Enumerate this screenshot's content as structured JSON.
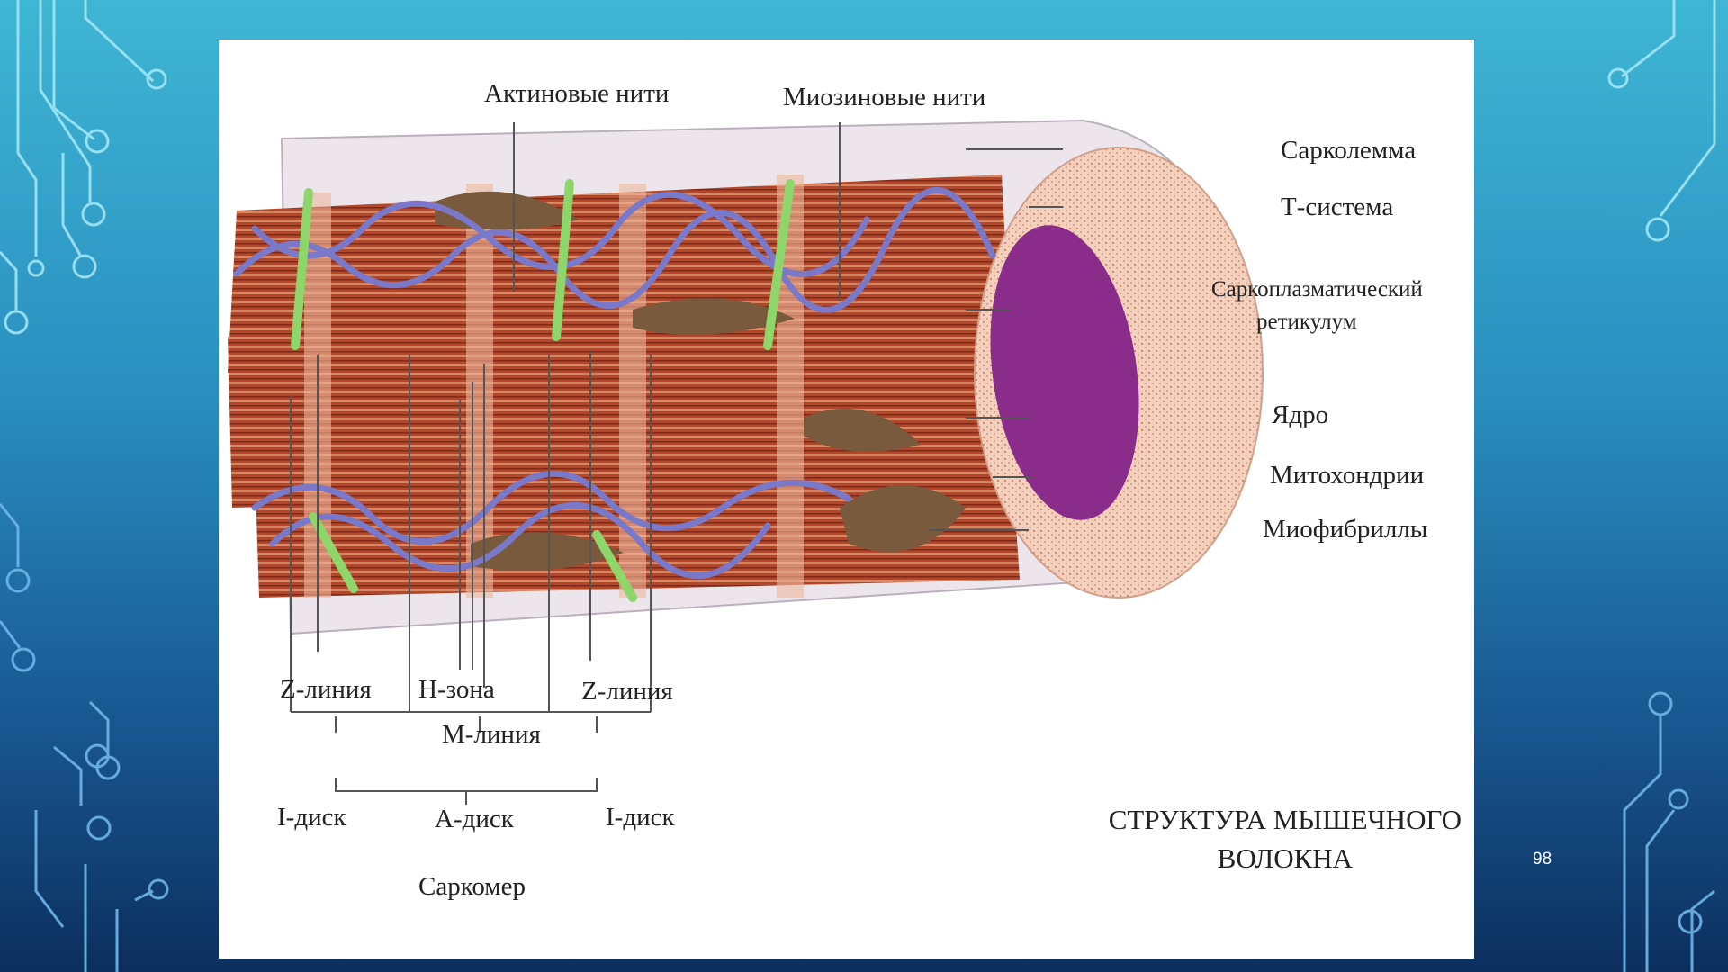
{
  "labels": {
    "actin": "Актиновые нити",
    "myosin": "Миозиновые нити",
    "sarcolemma": "Сарколемма",
    "t_system": "Т-система",
    "sr_line1": "Саркоплазматический",
    "sr_line2": "ретикулум",
    "nucleus": "Ядро",
    "mitochondria": "Митохондрии",
    "myofibrils": "Миофибриллы",
    "z_line_left": "Z-линия",
    "h_zone": "Н-зона",
    "z_line_right": "Z-линия",
    "m_line": "М-линия",
    "i_disc_left": "I-диск",
    "a_disc": "А-диск",
    "i_disc_right": "I-диск",
    "sarcomere": "Саркомер"
  },
  "title": {
    "line1": "СТРУКТУРА МЫШЕЧНОГО",
    "line2": "ВОЛОКНА"
  },
  "page_number": "98",
  "colors": {
    "myofibril": "#b5462a",
    "membrane": "#ece6ec",
    "reticulum": "#7a78c8",
    "t_tubule": "#8fd66a",
    "nucleus": "#8a2c8a",
    "mitochondria": "#7a5a3c",
    "cross_section": "#f0c9b4"
  }
}
